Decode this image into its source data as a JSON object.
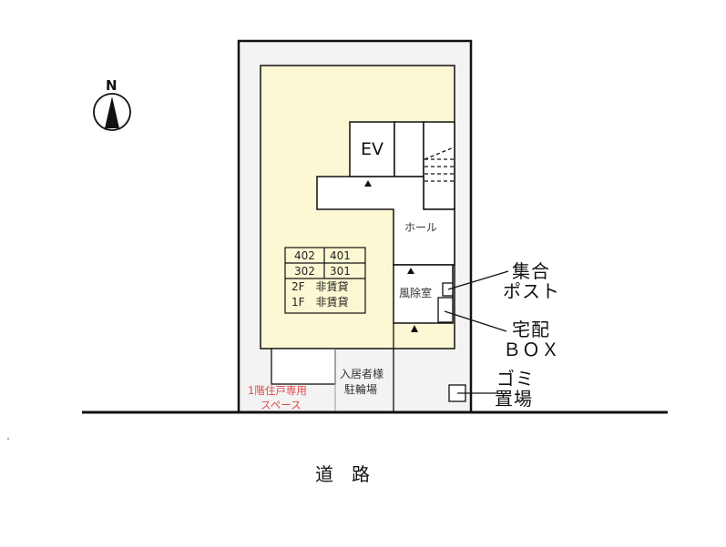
{
  "diagram": {
    "type": "site-plan",
    "compass": {
      "label": "N",
      "icon": "north-arrow-icon"
    },
    "colors": {
      "site_fill": "#f3f3f3",
      "building_fill": "#fdf8d4",
      "room_fill": "#ffffff",
      "line": "#111111",
      "private_space_label": "#e04848"
    },
    "units": {
      "rows": [
        [
          "402",
          "401"
        ],
        [
          "302",
          "301"
        ]
      ],
      "notes": [
        "2F　非賃貸",
        "1F　非賃貸"
      ]
    },
    "rooms": {
      "elevator": "EV",
      "hall": "ホール",
      "vestibule": "風除室",
      "bicycle_parking_line1": "入居者様",
      "bicycle_parking_line2": "駐輪場",
      "private_space_line1": "1階住戸専用",
      "private_space_line2": "スペース"
    },
    "callouts": {
      "mailbox_line1": "集合",
      "mailbox_line2": "ポスト",
      "delivery_box_line1": "宅配",
      "delivery_box_line2": "ＢＯＸ",
      "garbage_line1": "ゴミ",
      "garbage_line2": "置場"
    },
    "road": {
      "label": "道　路"
    }
  }
}
